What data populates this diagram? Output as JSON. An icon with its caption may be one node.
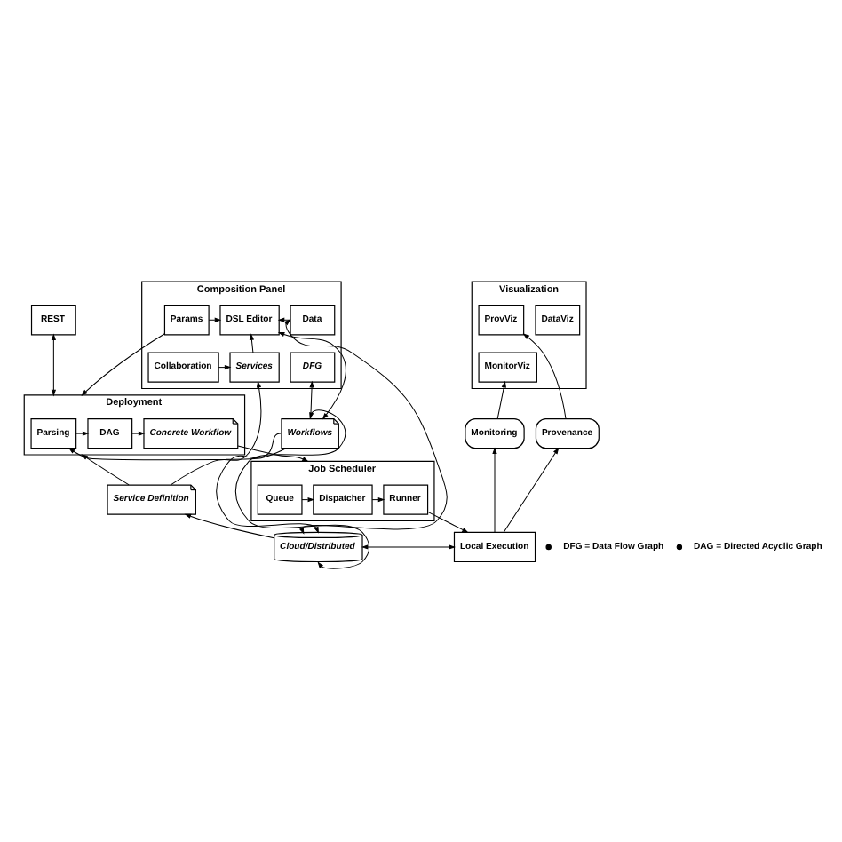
{
  "diagram": {
    "nodes": [
      {
        "text": [
          "Composition Panel"
        ]
      },
      {
        "text": [
          "Data"
        ],
        "in": 0
      },
      {
        "text": [
          "DSL Editor"
        ],
        "in": 0
      },
      {
        "text": [
          "Params"
        ],
        "in": 0
      },
      {
        "text": [
          "DFG"
        ],
        "in": 0
      },
      {
        "text": [
          "Services"
        ],
        "in": 0
      },
      {
        "text": [
          "Collaboration"
        ],
        "in": 0
      },
      {
        "text": [
          "REST"
        ]
      },
      {
        "text": [
          "Visualization"
        ]
      },
      {
        "text": [
          "DataViz"
        ],
        "in": 8
      },
      {
        "text": [
          "ProvViz"
        ],
        "in": 8
      },
      {
        "text": [
          "MonitorViz"
        ],
        "in": 8
      },
      {
        "text": [
          "Workflows"
        ]
      },
      {
        "text": [
          "Deployment"
        ]
      },
      {
        "text": [
          "Parsing"
        ],
        "in": 13
      },
      {
        "text": [
          "DAG"
        ],
        "in": 13
      },
      {
        "text": [
          "Concrete Workflow"
        ],
        "in": 13
      },
      {
        "text": [
          "Provenance"
        ]
      },
      {
        "text": [
          "Monitoring"
        ]
      },
      {
        "text": [
          "Service Definition"
        ]
      },
      {
        "text": [
          "Job Scheduler"
        ]
      },
      {
        "text": [
          "Queue"
        ],
        "in": 20
      },
      {
        "text": [
          "Dispatcher"
        ],
        "in": 20
      },
      {
        "text": [
          "Runner"
        ],
        "in": 20
      },
      {
        "text": [
          "Cloud/Distributed"
        ]
      },
      {
        "text": [
          "Local Execution"
        ]
      }
    ],
    "edges": [
      {
        "from": 1,
        "to": 2,
        "arrow": "to"
      },
      {
        "from": 3,
        "to": 2,
        "arrow": "to"
      },
      {
        "from": 6,
        "to": 5,
        "arrow": "to"
      },
      {
        "from": 5,
        "to": 2,
        "arrow": "to"
      },
      {
        "from": 12,
        "to": 2,
        "arrow": "both"
      },
      {
        "from": 3,
        "to": 13,
        "arrow": "to"
      },
      {
        "from": 13,
        "to": 7,
        "arrow": "both"
      },
      {
        "from": 12,
        "to": 4,
        "arrow": "to"
      },
      {
        "from": 12,
        "to": 24,
        "arrow": "to"
      },
      {
        "from": 24,
        "to": 12,
        "arrow": "both"
      },
      {
        "from": 24,
        "to": 1,
        "arrow": "both"
      },
      {
        "from": 19,
        "to": 5,
        "arrow": "to"
      },
      {
        "from": 19,
        "to": 13,
        "arrow": "to"
      },
      {
        "from": 24,
        "to": 19,
        "arrow": "to"
      },
      {
        "from": 12,
        "to": 14,
        "arrow": "to"
      },
      {
        "from": 14,
        "to": 15,
        "arrow": "to"
      },
      {
        "from": 15,
        "to": 16,
        "arrow": "to"
      },
      {
        "from": 16,
        "to": 20,
        "arrow": "to"
      },
      {
        "from": 21,
        "to": 22,
        "arrow": "to"
      },
      {
        "from": 22,
        "to": 23,
        "arrow": "to"
      },
      {
        "from": 23,
        "to": 25,
        "arrow": "to"
      },
      {
        "from": 24,
        "to": 25,
        "arrow": "both"
      },
      {
        "from": 25,
        "to": 17,
        "arrow": "to"
      },
      {
        "from": 25,
        "to": 18,
        "arrow": "to"
      },
      {
        "from": 18,
        "to": 11,
        "arrow": "to"
      },
      {
        "from": 17,
        "to": 10,
        "arrow": "to"
      }
    ],
    "labels": [
      "DFG = Data Flow Graph",
      "DAG = Directed Acyclic Graph"
    ]
  }
}
